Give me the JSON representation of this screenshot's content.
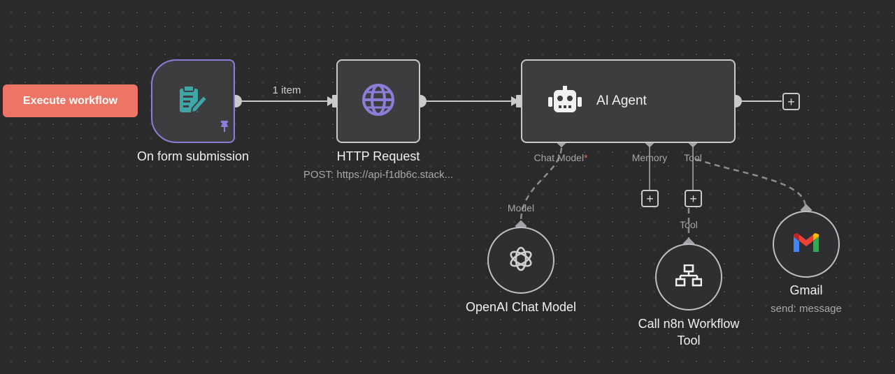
{
  "toolbar": {
    "execute_label": "Execute workflow"
  },
  "nodes": {
    "form_trigger": {
      "title": "On form submission",
      "icon": "form-icon",
      "pin_icon": "pin-icon",
      "accent": "#8b7ed8"
    },
    "http_request": {
      "title": "HTTP Request",
      "subtitle": "POST: https://api-f1db6c.stack...",
      "icon": "globe-icon"
    },
    "ai_agent": {
      "title": "AI Agent",
      "icon": "robot-icon"
    },
    "openai": {
      "title": "OpenAI Chat Model",
      "icon": "openai-icon"
    },
    "n8n_tool": {
      "title_line1": "Call n8n Workflow",
      "title_line2": "Tool",
      "icon": "sitemap-icon"
    },
    "gmail": {
      "title": "Gmail",
      "subtitle": "send: message",
      "icon": "gmail-icon"
    }
  },
  "connections": {
    "form_to_http_label": "1 item"
  },
  "ports": {
    "chat_model": "Chat Model",
    "required_mark": "*",
    "memory": "Memory",
    "tool": "Tool",
    "model_input": "Model",
    "tool_input": "Tool"
  },
  "plus_symbol": "+",
  "colors": {
    "execute_button": "#ed7565",
    "trigger_border": "#8b7ed8",
    "globe": "#8b7ed8",
    "form_icon": "#3fa6a6",
    "canvas": "#2a2a2b"
  }
}
